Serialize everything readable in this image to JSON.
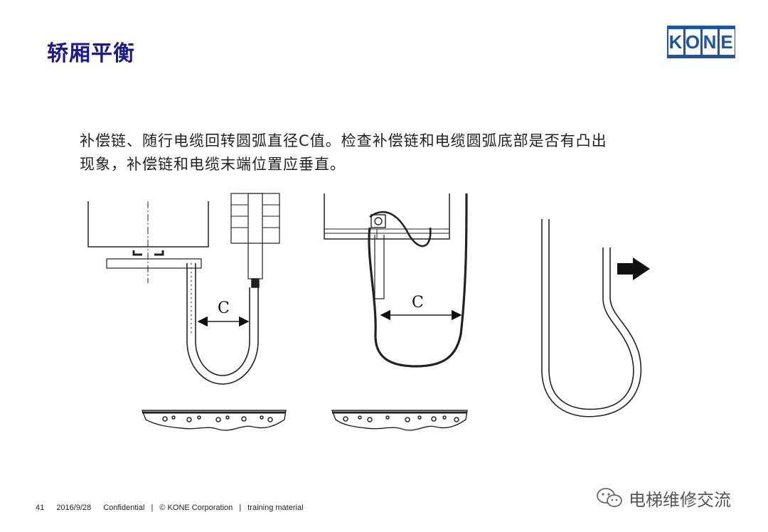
{
  "slide": {
    "title": "轿厢平衡",
    "body_lines": [
      "补偿链、随行电缆回转圆弧直径C值。检查补偿链和电缆圆弧底部是否有凸出",
      "现象，补偿链和电缆末端位置应垂直。"
    ]
  },
  "logo": {
    "letters": [
      "K",
      "O",
      "N",
      "E"
    ],
    "color": "#1a55a8"
  },
  "diagram": {
    "dimension_label_left": "C",
    "dimension_label_middle": "C"
  },
  "footer": {
    "page_number": "41",
    "date": "2016/9/28",
    "confidentiality": "Confidential",
    "copyright": "© KONE Corporation",
    "purpose": "training material",
    "separator": "|"
  },
  "watermark": {
    "text": "电梯维修交流",
    "icon": "wechat-icon"
  }
}
